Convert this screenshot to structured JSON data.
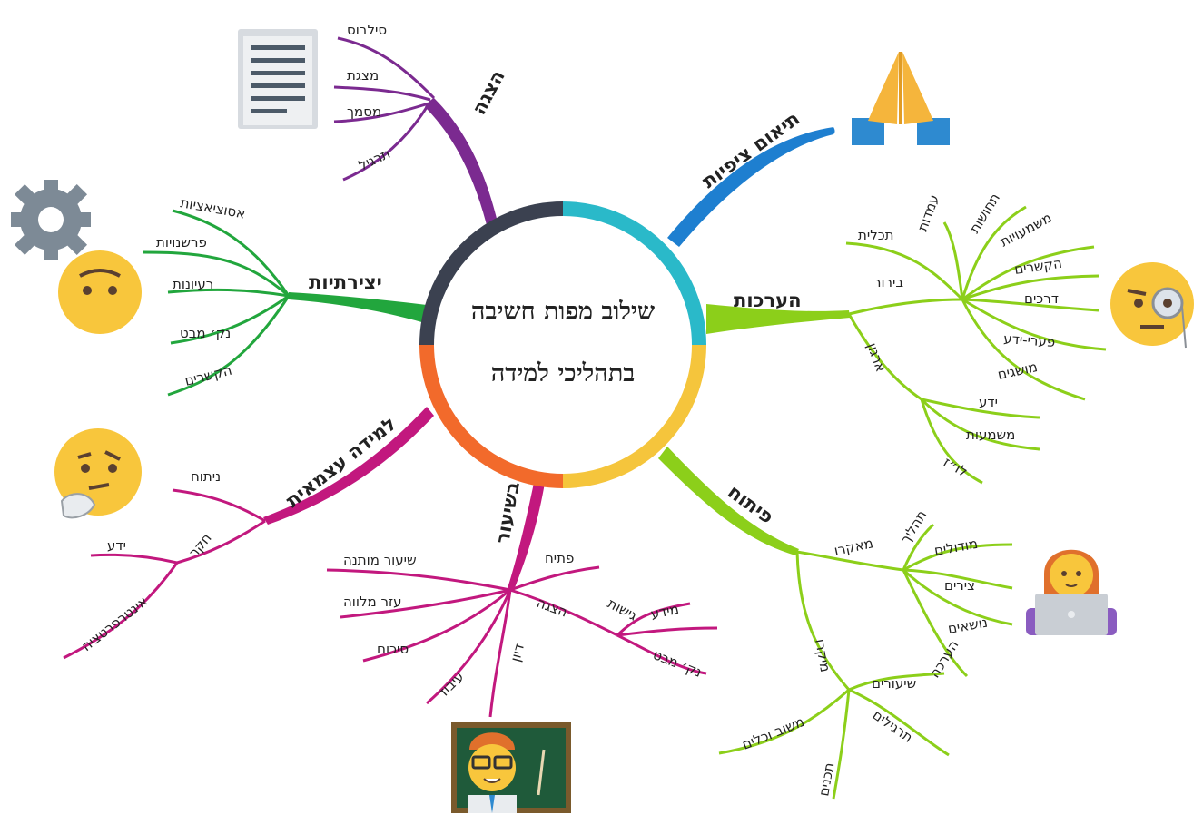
{
  "center": {
    "line1": "שילוב מפות חשיבה",
    "line2": "בתהליכי למידה"
  },
  "branches": [
    {
      "id": "presentation",
      "title": "הצגה",
      "color": "#7b2a90",
      "items": [
        "סילבוס",
        "מצגת",
        "מסמך",
        "תרגיל"
      ]
    },
    {
      "id": "expectations",
      "title": "תיאום ציפיות",
      "color": "#1e7fd0"
    },
    {
      "id": "evaluation",
      "title": "הערכות",
      "color": "#8ccf1a",
      "items": [
        "תכלית",
        "עמדות",
        "תחושות",
        "משמעויות",
        "הקשרים",
        "דרכים",
        "פערי-ידע",
        "מושגים",
        "בירור",
        "ארגון",
        "ידע",
        "משמעות",
        "לו״ז"
      ]
    },
    {
      "id": "development",
      "title": "פיתוח",
      "color": "#8ccf1a",
      "items": [
        "מאקרו",
        "תהליך",
        "מודולים",
        "צירים",
        "נושאים",
        "הערכה",
        "מיקרו",
        "שיעורים",
        "תרגילים",
        "משוב וכלים",
        "תכנים"
      ]
    },
    {
      "id": "in-lesson",
      "title": "בשיעור",
      "color": "#c2187e",
      "items": [
        "פתיח",
        "שיעור מותנה",
        "עזר מלווה",
        "סיכום",
        "הצגה",
        "גישות",
        "מידע",
        "נק׳ מבט",
        "דיון",
        "עיבוד"
      ]
    },
    {
      "id": "self-learning",
      "title": "למידה עצמאית",
      "color": "#c2187e",
      "items": [
        "ניתוח",
        "חקר",
        "ידע",
        "אינטרפרטציה"
      ]
    },
    {
      "id": "creativity",
      "title": "יצירתיות",
      "color": "#22a63d",
      "items": [
        "אסוציאציות",
        "פרשנויות",
        "רעיונות",
        "נק׳ מבט",
        "הקשרים"
      ]
    }
  ],
  "icons": [
    "document-icon",
    "praying-hands-icon",
    "monocle-face-icon",
    "woman-laptop-icon",
    "teacher-icon",
    "thinking-face-icon",
    "gear-face-icon"
  ]
}
